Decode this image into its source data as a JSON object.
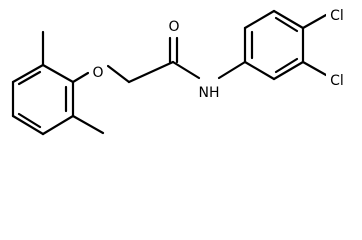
{
  "structure": {
    "atoms": {
      "ether_oxygen": "O",
      "carbonyl_oxygen": "O",
      "amide_nitrogen": "NH",
      "chlorine_para": "Cl",
      "chlorine_meta": "Cl"
    }
  }
}
